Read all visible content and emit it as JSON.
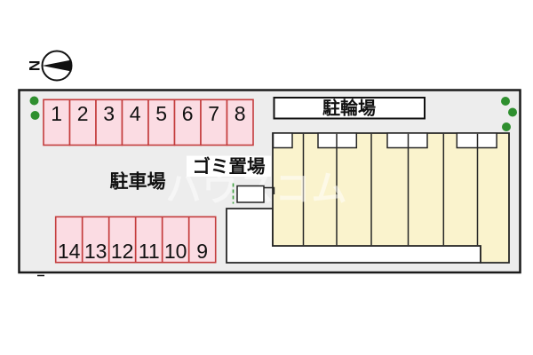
{
  "compass": {
    "north_label": "N"
  },
  "labels": {
    "bicycle_parking": "駐輪場",
    "car_parking": "駐車場",
    "garbage_area": "ゴミ置場"
  },
  "watermark": "ハウスコム",
  "parking": {
    "top_row_spaces": [
      "1",
      "2",
      "3",
      "4",
      "5",
      "6",
      "7",
      "8"
    ],
    "bottom_row_spaces": [
      "14",
      "13",
      "12",
      "11",
      "10",
      "9"
    ]
  },
  "colors": {
    "site_fill": "#ededed",
    "parking_fill": "#fbdce3",
    "parking_border": "#c43c3c",
    "building_fill": "#faf3cd",
    "dot_green": "#2f8f2f"
  }
}
